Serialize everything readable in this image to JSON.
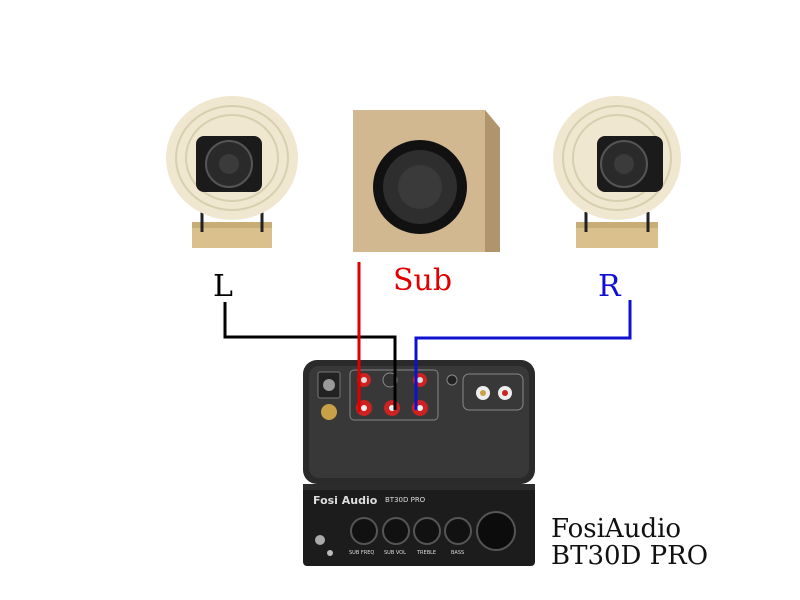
{
  "labels": {
    "left": "L",
    "sub": "Sub",
    "right": "R"
  },
  "product": {
    "line1": "FosiAudio",
    "line2": "BT30D PRO"
  },
  "amp_front": {
    "logo": "Fosi Audio",
    "model_tag": "BT30D PRO",
    "knobs": [
      "SUB FREQ",
      "SUB VOL",
      "TREBLE",
      "BASS"
    ]
  },
  "colors": {
    "left_wire": "#000000",
    "sub_wire": "#e00000",
    "right_wire": "#1010d0",
    "label_left": "#000000",
    "label_sub": "#e00000",
    "label_right": "#1010d0"
  }
}
